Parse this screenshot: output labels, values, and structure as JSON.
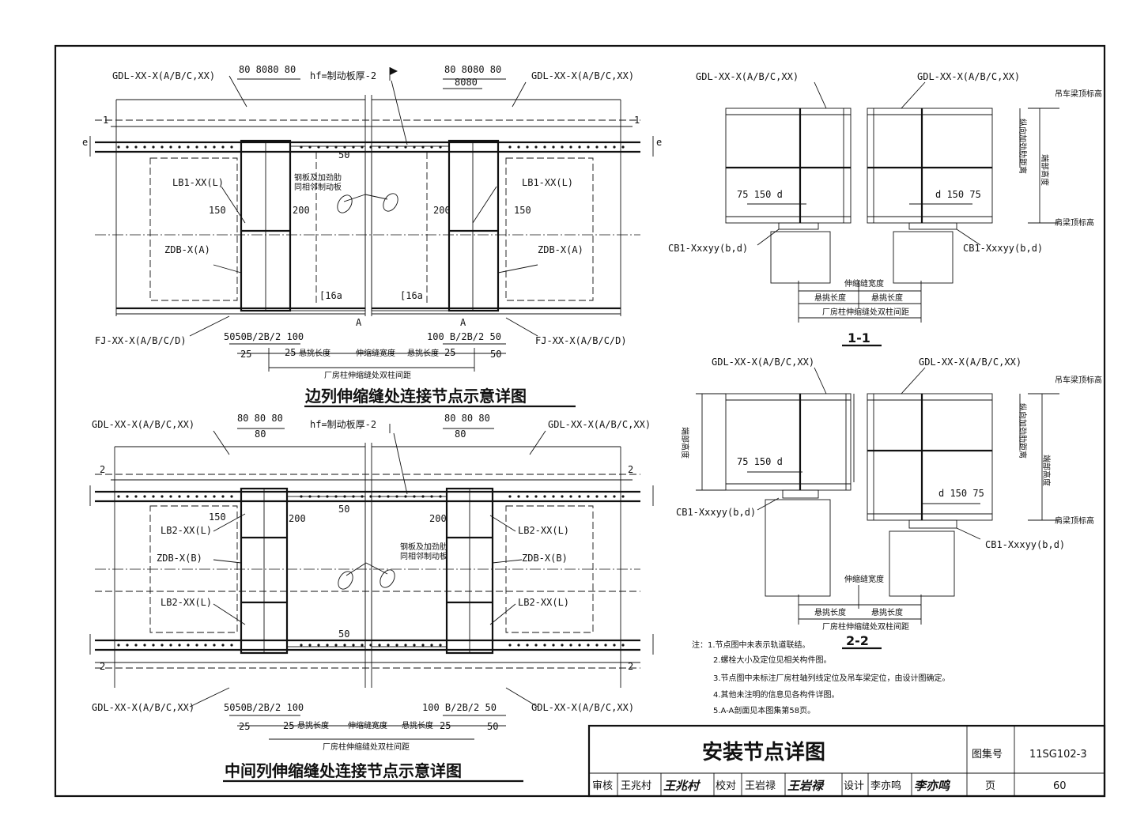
{
  "top_left": {
    "title": "边列伸缩缝处连接节点示意详图",
    "labels": {
      "gdl_left": "GDL-XX-X(A/B/C,XX)",
      "gdl_right": "GDL-XX-X(A/B/C,XX)",
      "hf": "hf=制动板厚-2",
      "lb1_left": "LB1-XX(L)",
      "lb1_right": "LB1-XX(L)",
      "zdb_left": "ZDB-X(A)",
      "zdb_right": "ZDB-X(A)",
      "fj_left": "FJ-XX-X(A/B/C/D)",
      "fj_right": "FJ-XX-X(A/B/C/D)",
      "channel_left": "[16a",
      "channel_right": "[16a",
      "plate_note": "钢板及加劲肋\n同相邻制动板",
      "sec_mark": "1",
      "a_mark": "A",
      "top_dims_left": "80 8080 80",
      "top_dims_right": "80 8080 80",
      "top_dims_right2": "8080",
      "d150": "150",
      "d200": "200",
      "d50": "50",
      "bottom_dims_left": "5050B/2B/2 100",
      "bottom_dims_right": "100 B/2B/2 50",
      "d25": "25",
      "span1": "悬挑长度",
      "span2": "伸缩缝宽度",
      "span3": "悬挑长度",
      "span_total": "厂房柱伸缩缝处双柱间距",
      "e": "e"
    }
  },
  "bottom_left": {
    "title": "中间列伸缩缝处连接节点示意详图",
    "labels": {
      "gdl_tl": "GDL-XX-X(A/B/C,XX)",
      "gdl_tr": "GDL-XX-X(A/B/C,XX)",
      "gdl_bl": "GDL-XX-X(A/B/C,XX)",
      "gdl_br": "GDL-XX-X(A/B/C,XX)",
      "hf": "hf=制动板厚-2",
      "lb2_1": "LB2-XX(L)",
      "lb2_2": "LB2-XX(L)",
      "lb2_3": "LB2-XX(L)",
      "lb2_4": "LB2-XX(L)",
      "zdb_l": "ZDB-X(B)",
      "zdb_r": "ZDB-X(B)",
      "plate_note": "钢板及加劲肋\n同相邻制动板",
      "sec_mark": "2",
      "top_dims_left": "80  80 80",
      "top_dims_left2": "80",
      "top_dims_right": "80 80 80",
      "top_dims_right2": "80",
      "d150": "150",
      "d200": "200",
      "d50": "50",
      "bottom_dims_left": "5050B/2B/2 100",
      "bottom_dims_right": "100 B/2B/2 50",
      "d25": "25",
      "span1": "悬挑长度",
      "span2": "伸缩缝宽度",
      "span3": "悬挑长度",
      "span_total": "厂房柱伸缩缝处双柱间距"
    }
  },
  "section_1": {
    "title": "1-1",
    "labels": {
      "gdl_l": "GDL-XX-X(A/B/C,XX)",
      "gdl_r": "GDL-XX-X(A/B/C,XX)",
      "rail_top": "吊车梁顶标高",
      "shoulder": "肩梁顶标高",
      "stiff_dist": "纵向加劲肋距离",
      "beam_height": "端部高度",
      "dims_l": "75 150   d",
      "dims_r": "d   150 75",
      "cb_l": "CB1-Xxxyy(b,d)",
      "cb_r": "CB1-Xxxyy(b,d)",
      "joint": "伸缩缝宽度",
      "span1": "悬挑长度",
      "span2": "悬挑长度",
      "span_total": "厂房柱伸缩缝处双柱间距"
    }
  },
  "section_2": {
    "title": "2-2",
    "labels": {
      "gdl_l": "GDL-XX-X(A/B/C,XX)",
      "gdl_r": "GDL-XX-X(A/B/C,XX)",
      "rail_top": "吊车梁顶标高",
      "shoulder": "肩梁顶标高",
      "stiff_dist": "纵向加劲肋距离",
      "beam_height": "端部高度",
      "left_height": "端部高度",
      "dims_l": "75 150   d",
      "dims_r": "d   150 75",
      "cb_l": "CB1-Xxxyy(b,d)",
      "cb_r": "CB1-Xxxyy(b,d)",
      "joint": "伸缩缝宽度",
      "span1": "悬挑长度",
      "span2": "悬挑长度",
      "span_total": "厂房柱伸缩缝处双柱间距"
    }
  },
  "notes": [
    "注：1.节点图中未表示轨道联结。",
    "2.螺栓大小及定位见相关构件图。",
    "3.节点图中未标注厂房柱轴列线定位及吊车梁定位，由设计图确定。",
    "4.其他未注明的信息见各构件详图。",
    "5.A-A剖面见本图集第58页。"
  ],
  "title_block": {
    "drawing_title": "安装节点详图",
    "atlas_label": "图集号",
    "atlas_no": "11SG102-3",
    "review_label": "审核",
    "reviewer": "王兆村",
    "reviewer_sig": "王兆村",
    "check_label": "校对",
    "checker": "王岩禄",
    "checker_sig": "王岩禄",
    "design_label": "设计",
    "designer": "李亦鸣",
    "designer_sig": "李亦鸣",
    "page_label": "页",
    "page_no": "60"
  }
}
